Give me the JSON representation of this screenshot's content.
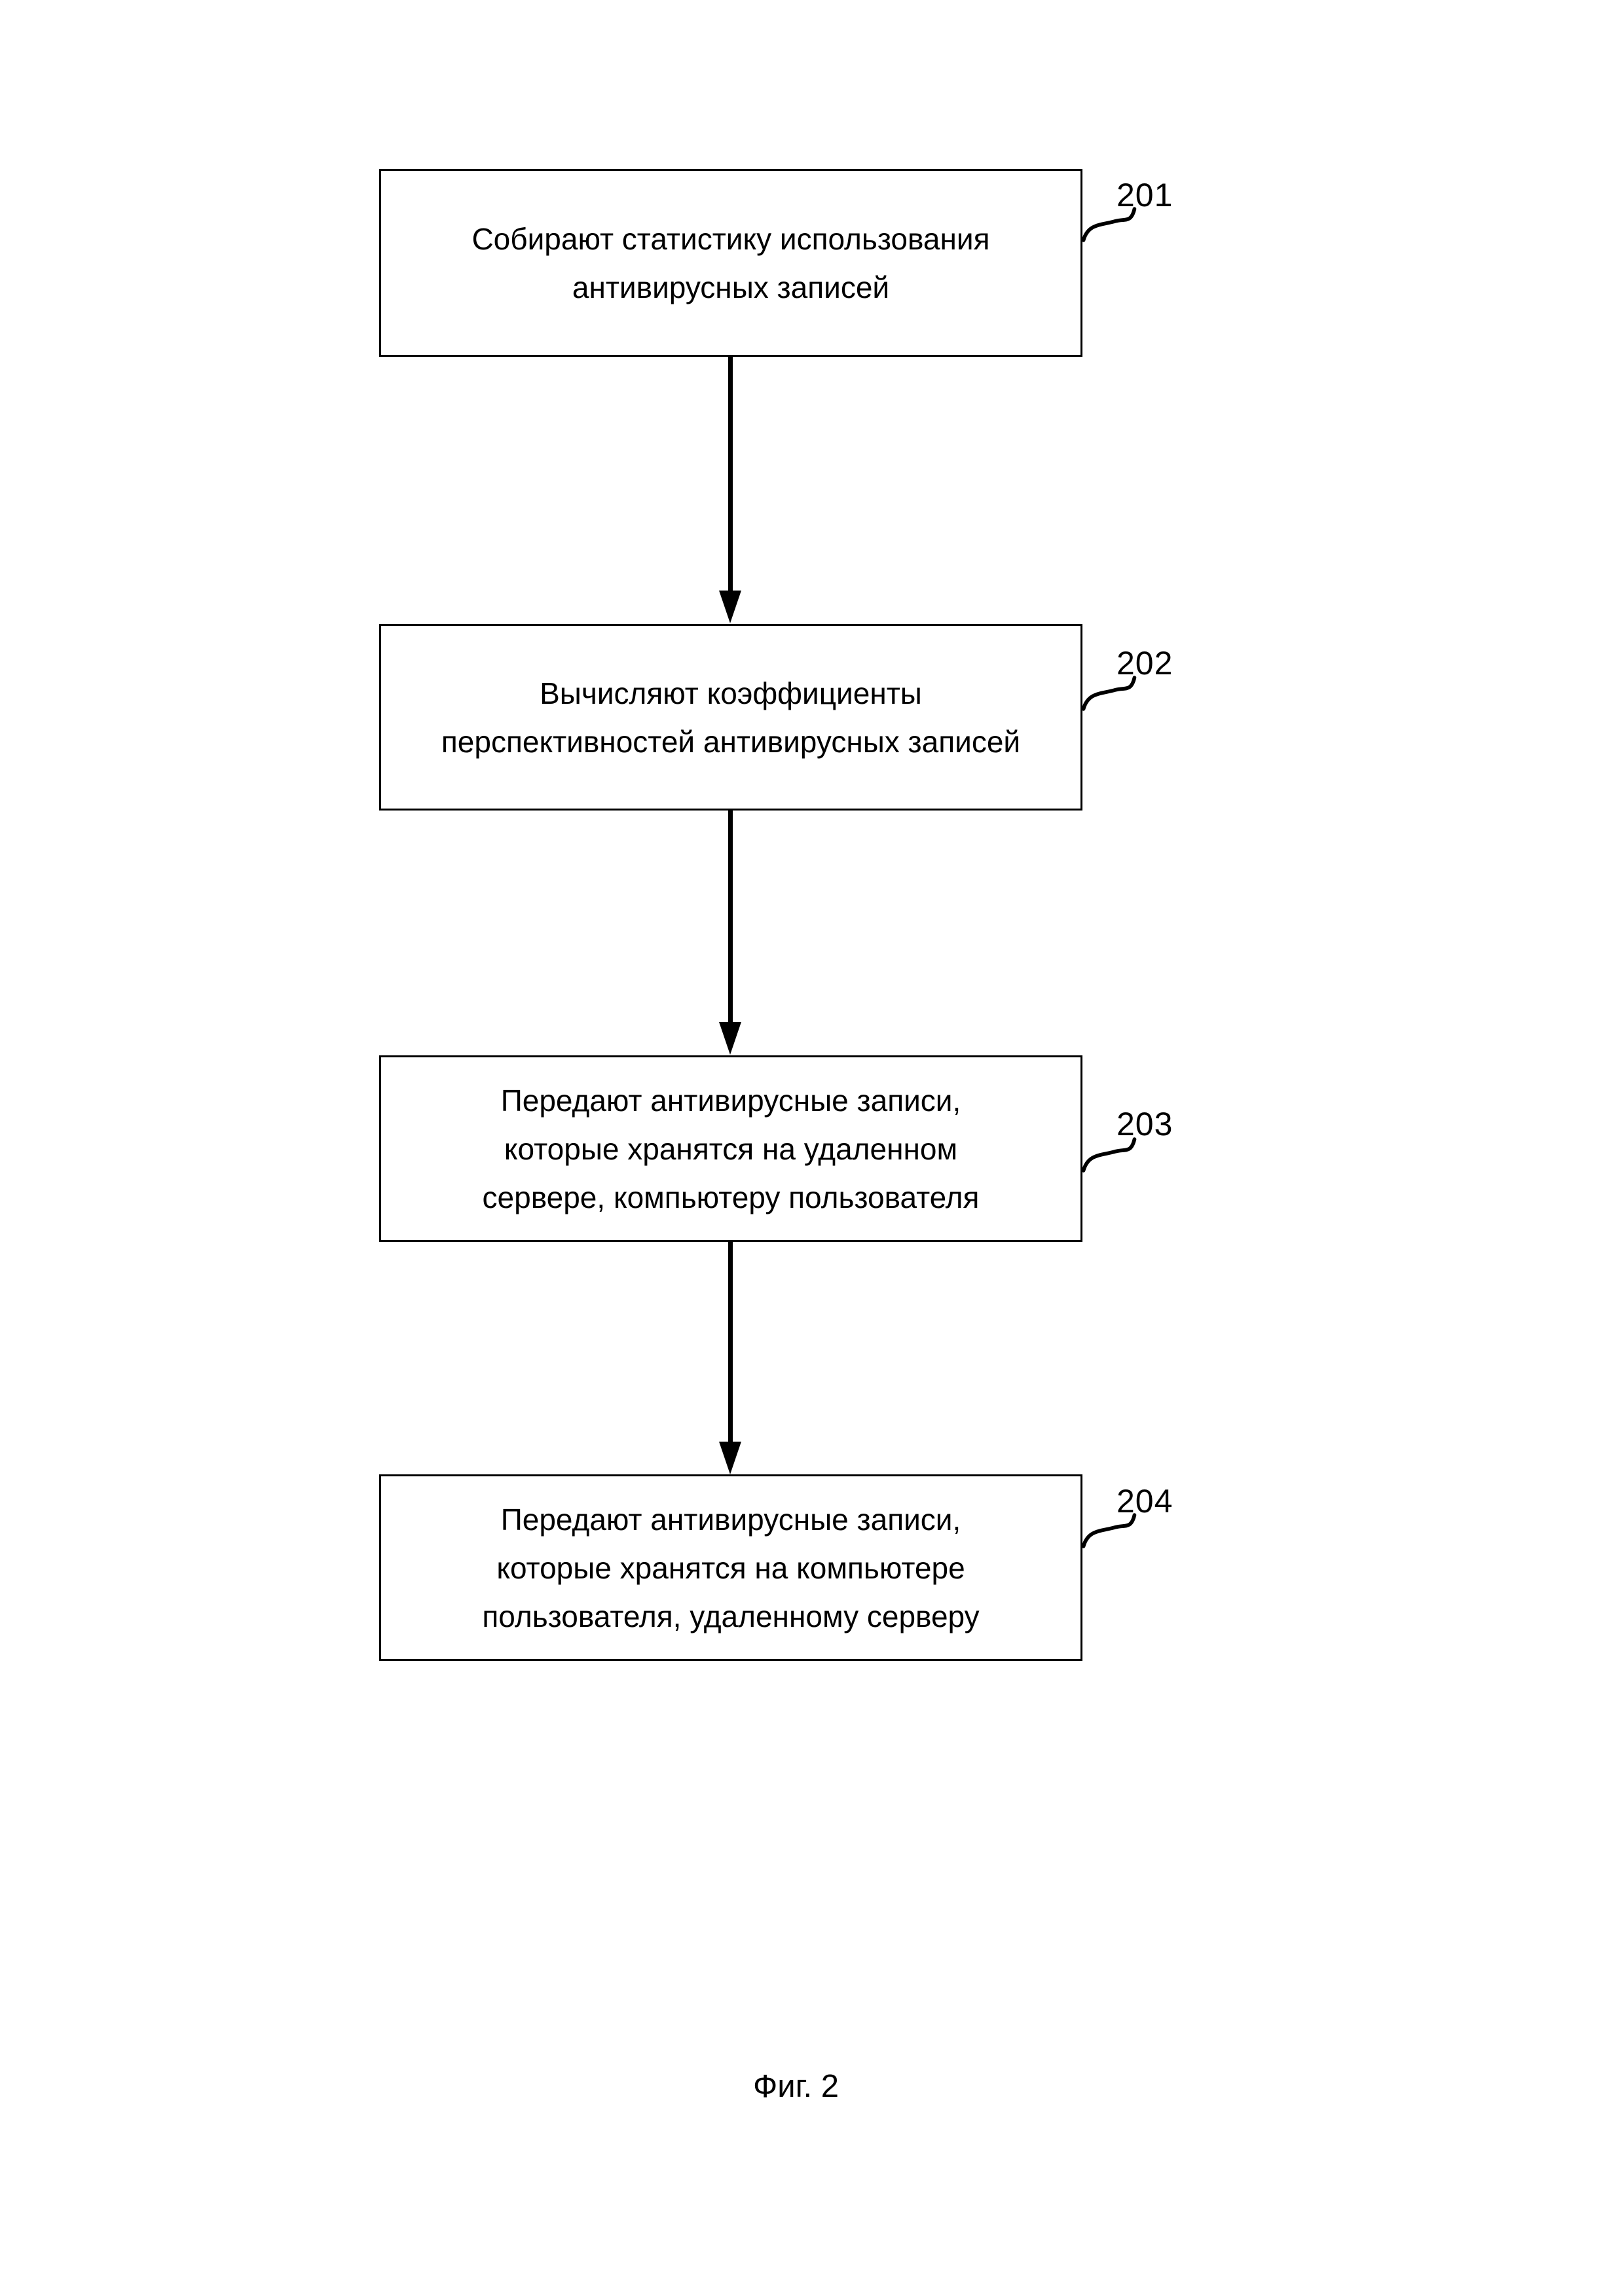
{
  "page": {
    "background_color": "#ffffff",
    "ink_color": "#000000"
  },
  "figure": {
    "caption": "Фиг. 2",
    "steps": [
      {
        "ref": "201",
        "lines": [
          "Собирают статистику использования",
          "антивирусных записей"
        ]
      },
      {
        "ref": "202",
        "lines": [
          "Вычисляют коэффициенты",
          "перспективностей антивирусных записей"
        ]
      },
      {
        "ref": "203",
        "lines": [
          "Передают антивирусные записи,",
          "которые хранятся на удаленном",
          "сервере, компьютеру пользователя"
        ]
      },
      {
        "ref": "204",
        "lines": [
          "Передают антивирусные записи,",
          "которые хранятся на компьютере",
          "пользователя, удаленному серверу"
        ]
      }
    ]
  }
}
